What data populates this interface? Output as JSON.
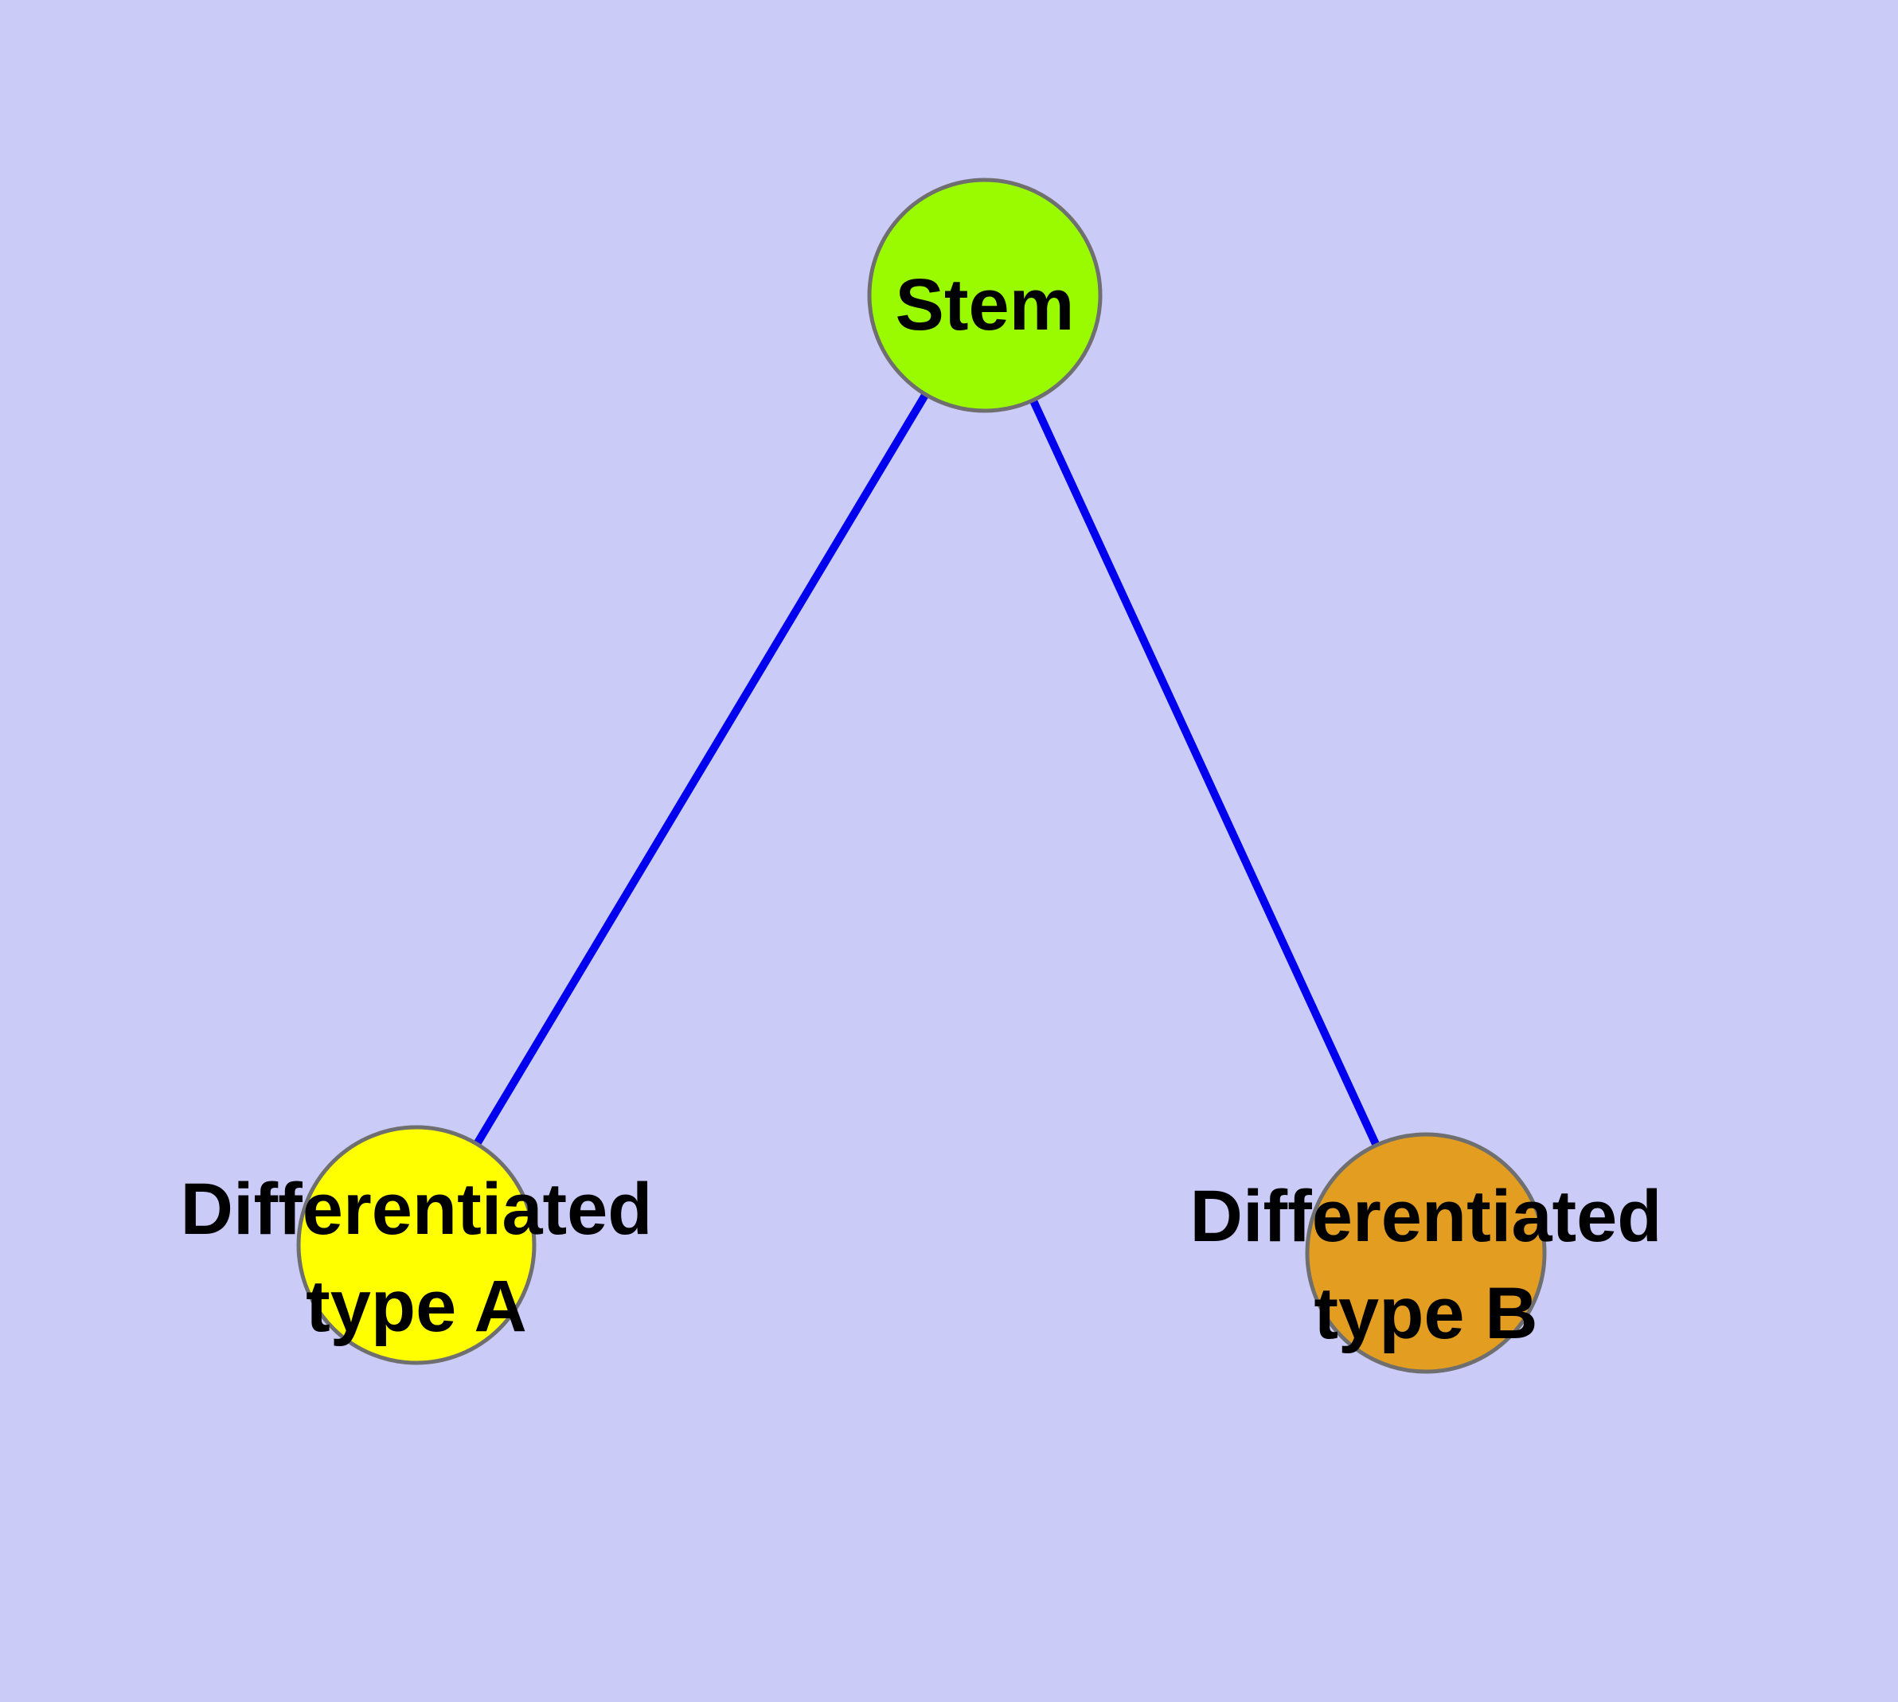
{
  "diagram": {
    "background_color": "#CBCBF8",
    "edge_color": "#0000EE",
    "node_border_color": "#6F6F6F",
    "text_color": "#000000",
    "nodes": {
      "stem": {
        "label": "Stem",
        "fill": "#9AFB00"
      },
      "type_a": {
        "label_line1": "Differentiated",
        "label_line2": "type A",
        "fill": "#FFFF00"
      },
      "type_b": {
        "label_line1": "Differentiated",
        "label_line2": "type B",
        "fill": "#E39E21"
      }
    },
    "edges": [
      {
        "from": "Stem",
        "to": "Differentiated type A"
      },
      {
        "from": "Stem",
        "to": "Differentiated type B"
      }
    ]
  }
}
